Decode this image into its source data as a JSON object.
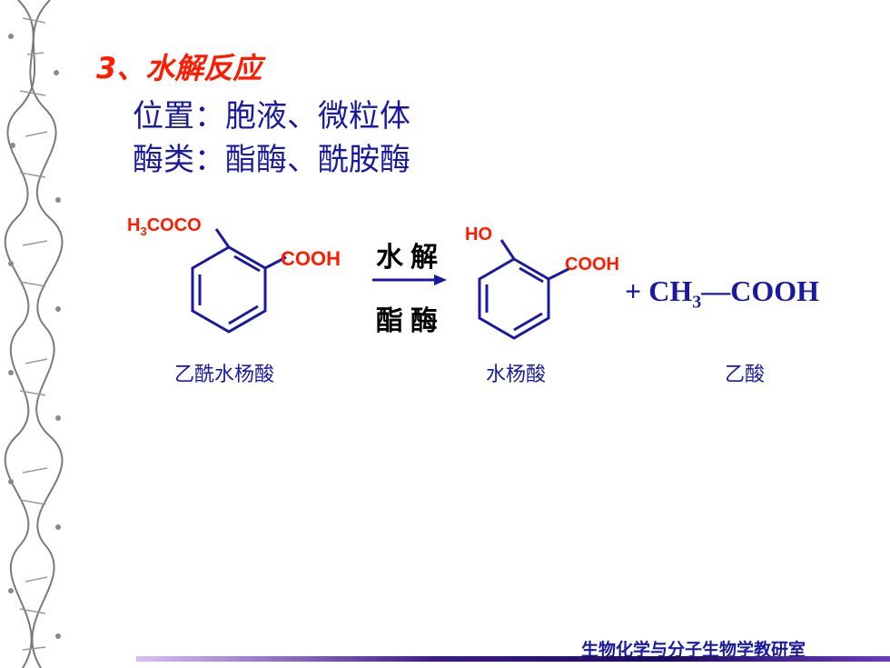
{
  "title": "3、水解反应",
  "lines": {
    "location": "位置：胞液、微粒体",
    "enzymes": "酶类：酯酶、酰胺酶"
  },
  "reaction": {
    "reactant_substituent_1": "H3COCO",
    "reactant_substituent_2": "COOH",
    "arrow_top": "水解",
    "arrow_bottom": "酯酶",
    "product_substituent_1": "HO",
    "product_substituent_2": "COOH",
    "plus_product_prefix": "+ CH",
    "plus_product_sub": "3",
    "plus_product_suffix": "—COOH",
    "captions": {
      "reactant": "乙酰水杨酸",
      "product1": "水杨酸",
      "product2": "乙酸"
    }
  },
  "footer": "生物化学与分子生物学教研室",
  "colors": {
    "title": "#ff1a00",
    "body_text": "#1a1aa0",
    "ring": "#1a1aa0",
    "substituent": "#ff1a00"
  }
}
